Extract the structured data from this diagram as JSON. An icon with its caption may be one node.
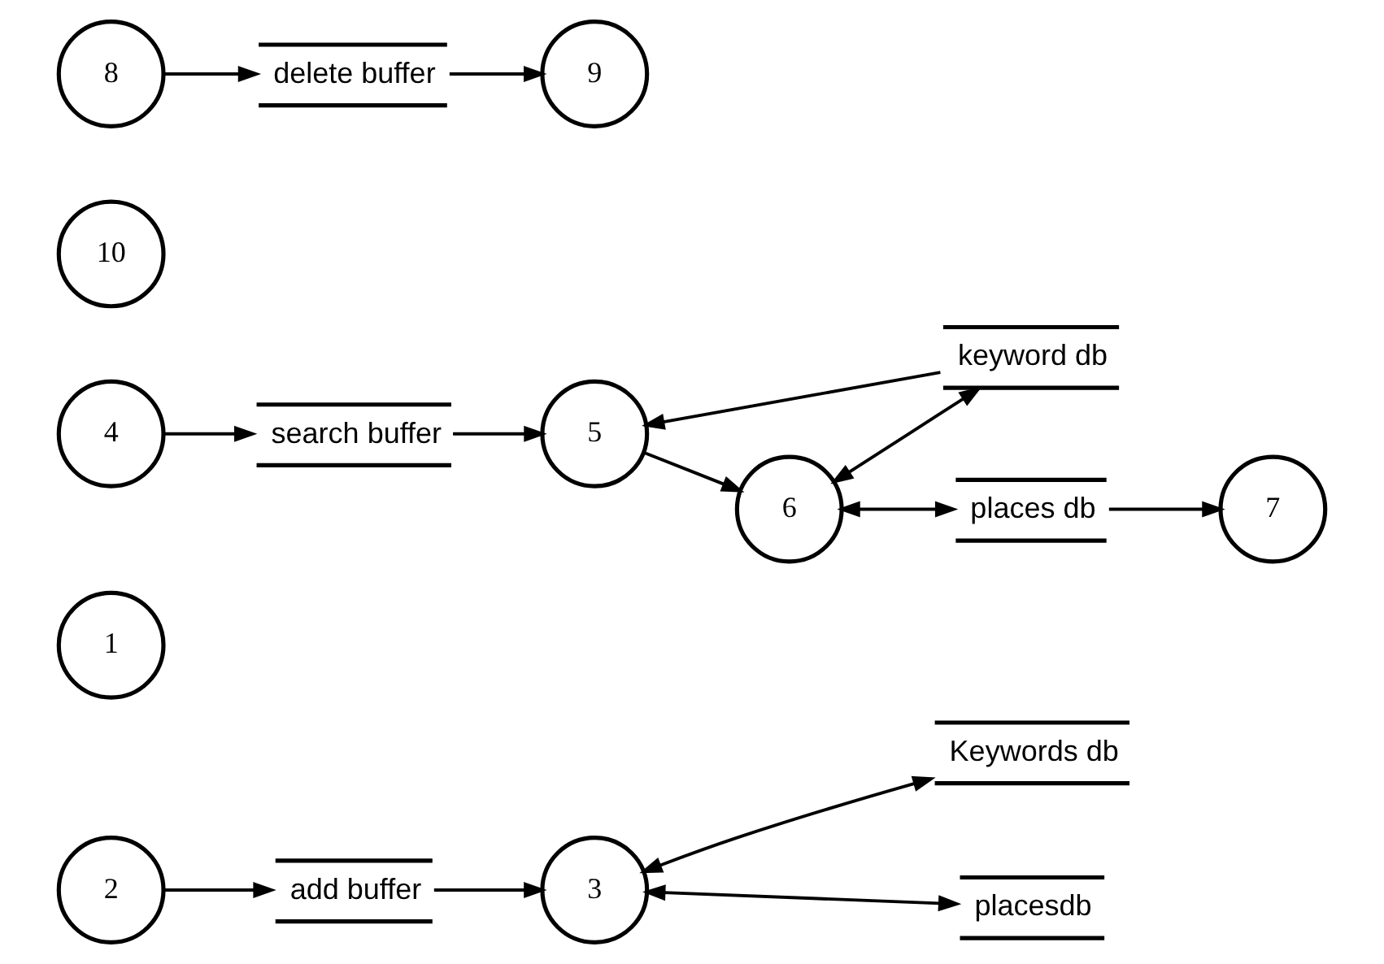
{
  "diagram": {
    "nodes": [
      {
        "text": [
          "2"
        ]
      },
      {
        "text": [
          "3"
        ]
      },
      {
        "text": [
          "Keywords db"
        ]
      },
      {
        "text": [
          "add buffer"
        ]
      },
      {
        "text": [
          "placesdb"
        ]
      },
      {
        "text": [
          "1"
        ]
      },
      {
        "text": [
          "4"
        ]
      },
      {
        "text": [
          "5"
        ]
      },
      {
        "text": [
          "6"
        ]
      },
      {
        "text": [
          "7"
        ]
      },
      {
        "text": [
          "search buffer"
        ]
      },
      {
        "text": [
          "keyword db"
        ]
      },
      {
        "text": [
          "places db"
        ]
      },
      {
        "text": [
          "10"
        ]
      },
      {
        "text": [
          "8"
        ]
      },
      {
        "text": [
          "9"
        ]
      },
      {
        "text": [
          "delete buffer"
        ]
      }
    ],
    "edges": [
      {
        "from": 0,
        "to": 3,
        "arrow": "to"
      },
      {
        "from": 3,
        "to": 1,
        "arrow": "to"
      },
      {
        "from": 1,
        "to": 2,
        "arrow": "both"
      },
      {
        "from": 1,
        "to": 4,
        "arrow": "both"
      },
      {
        "from": 6,
        "to": 10,
        "arrow": "to"
      },
      {
        "from": 10,
        "to": 7,
        "arrow": "to"
      },
      {
        "from": 7,
        "to": 8,
        "arrow": "to"
      },
      {
        "from": 11,
        "to": 7,
        "arrow": "to"
      },
      {
        "from": 8,
        "to": 11,
        "arrow": "both"
      },
      {
        "from": 8,
        "to": 12,
        "arrow": "both"
      },
      {
        "from": 12,
        "to": 9,
        "arrow": "to"
      },
      {
        "from": 14,
        "to": 16,
        "arrow": "to"
      },
      {
        "from": 16,
        "to": 15,
        "arrow": "to"
      }
    ]
  }
}
